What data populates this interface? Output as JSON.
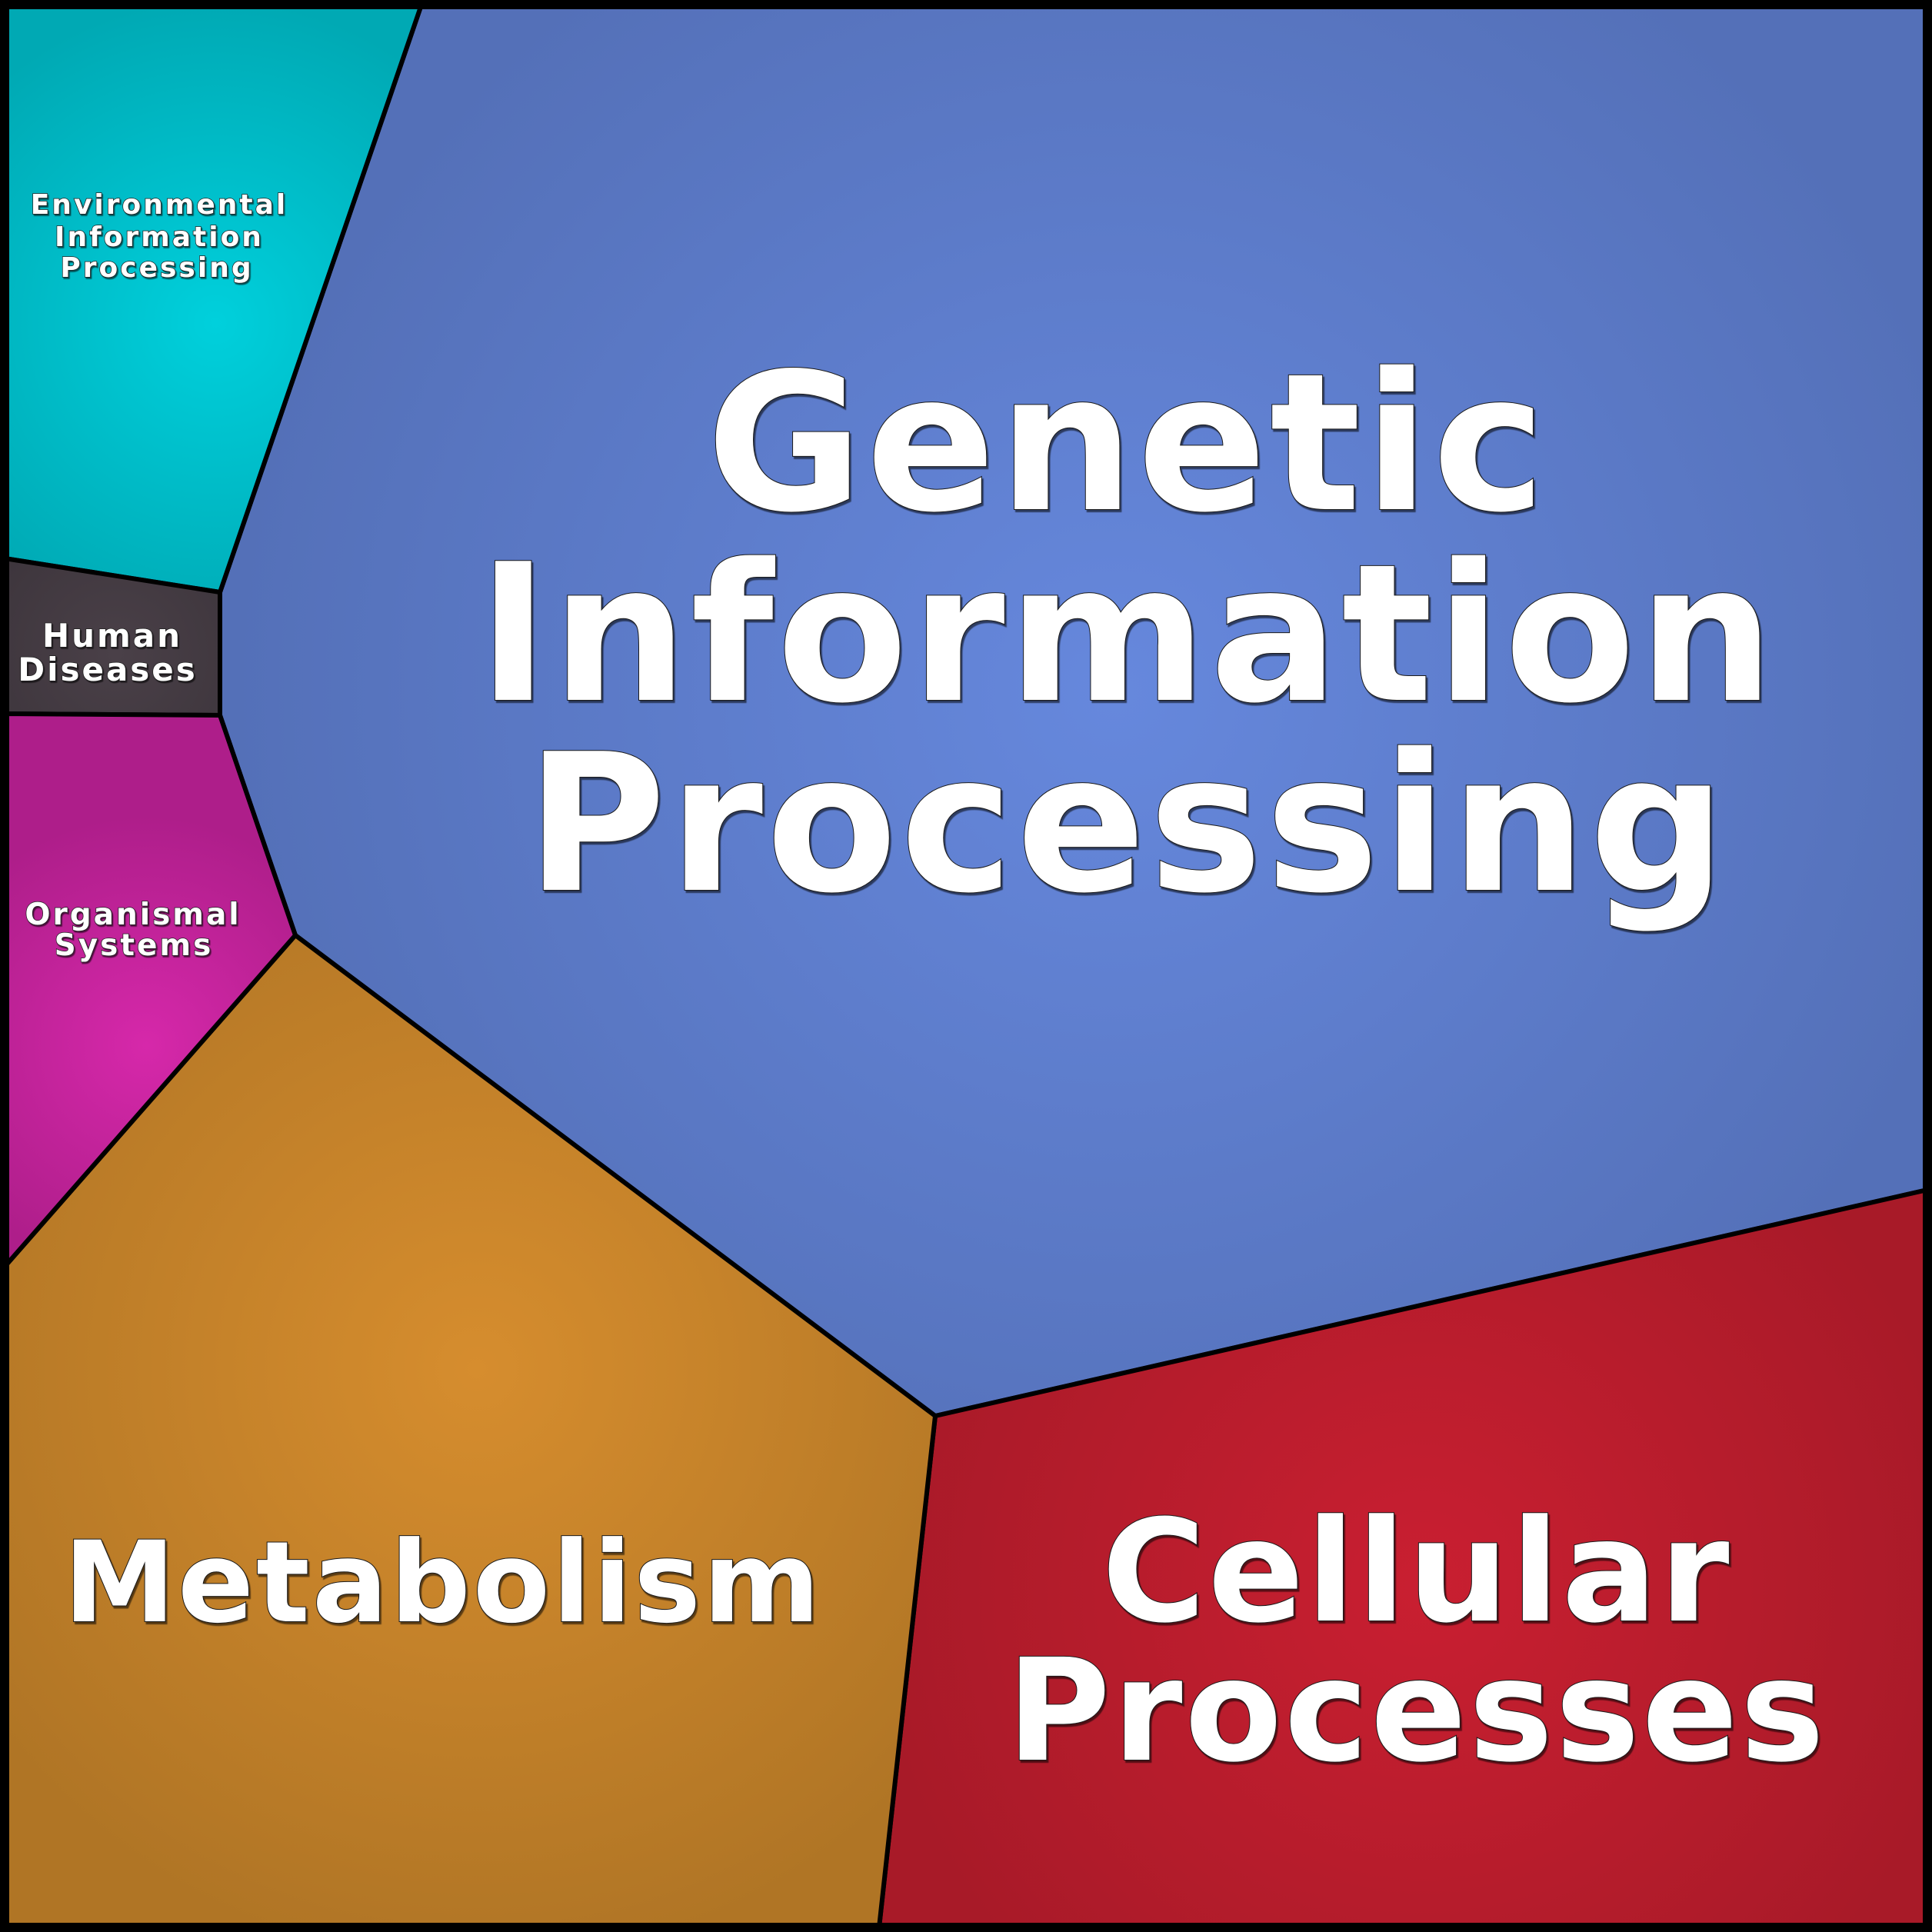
{
  "diagram": {
    "type": "voronoi-treemap",
    "regions": [
      {
        "id": "genetic",
        "name": "Genetic Information Processing",
        "lines": [
          "Genetic",
          "Information",
          "Processing"
        ],
        "color_center": "#6688DD",
        "color_edge": "#5470B8"
      },
      {
        "id": "cellular",
        "name": "Cellular Processes",
        "lines": [
          "Cellular",
          "Processes"
        ],
        "color_center": "#C91F31",
        "color_edge": "#A81A28"
      },
      {
        "id": "metabolism",
        "name": "Metabolism",
        "lines": [
          "Metabolism"
        ],
        "color_center": "#D68D2E",
        "color_edge": "#B07525"
      },
      {
        "id": "environmental",
        "name": "Environmental Information Processing",
        "lines": [
          "Environmental",
          "Information",
          "Processing"
        ],
        "color_center": "#00D0DC",
        "color_edge": "#00A9B4"
      },
      {
        "id": "human",
        "name": "Human Diseases",
        "lines": [
          "Human",
          "Diseases"
        ],
        "color_center": "#4A4048",
        "color_edge": "#3E363D"
      },
      {
        "id": "organismal",
        "name": "Organismal Systems",
        "lines": [
          "Organismal",
          "Systems"
        ],
        "color_center": "#D628AA",
        "color_edge": "#AE1E8A"
      }
    ]
  }
}
